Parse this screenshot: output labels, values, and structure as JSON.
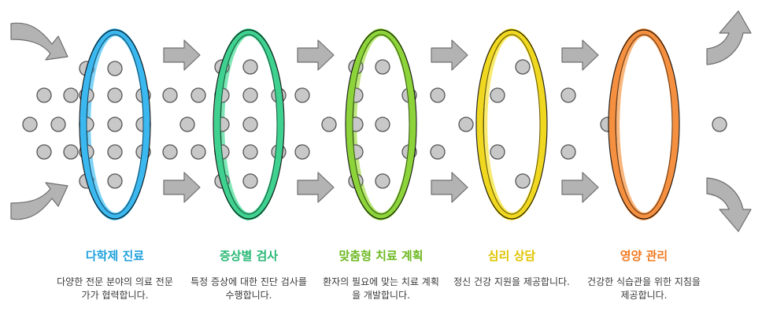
{
  "colors": {
    "arrow_fill": "#b3b3b3",
    "arrow_stroke": "#6e6e6e",
    "dot_fill": "#c8c8c8",
    "dot_stroke": "#555555",
    "text": "#3a3a3a"
  },
  "stages": [
    {
      "title": "다학제 진료",
      "description": "다양한 전문 분야의 의료 전문가가 협력합니다.",
      "color": "#3bb8f0",
      "color_light": "#7fd3f7",
      "title_color": "#1ea0dc"
    },
    {
      "title": "증상별 검사",
      "description": "특정 증상에 대한 진단 검사를 수행합니다.",
      "color": "#3fd18f",
      "color_light": "#7ee6b4",
      "title_color": "#26b874"
    },
    {
      "title": "맞춤형 치료 계획",
      "description": "환자의 필요에 맞는 치료 계획을 개발합니다.",
      "color": "#8cd43a",
      "color_light": "#bde67e",
      "title_color": "#6cb820"
    },
    {
      "title": "심리 상담",
      "description": "정신 건강 지원을 제공합니다.",
      "color": "#f0d820",
      "color_light": "#f8ea6e",
      "title_color": "#e0c400"
    },
    {
      "title": "영양 관리",
      "description": "건강한 식습관을 위한 지침을 제공합니다.",
      "color": "#f59040",
      "color_light": "#f9b77e",
      "title_color": "#f07a20"
    }
  ]
}
